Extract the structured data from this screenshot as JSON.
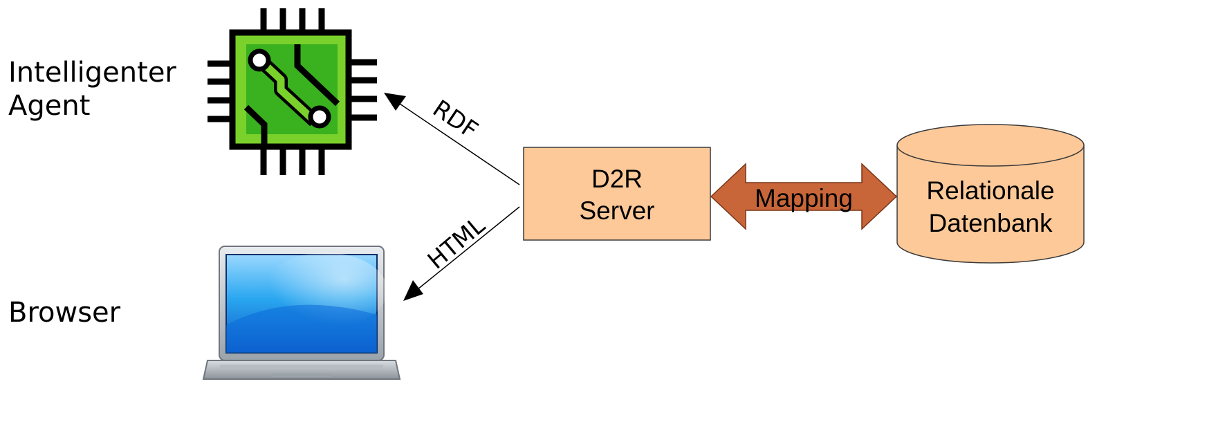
{
  "nodes": {
    "agent": {
      "label_line1": "Intelligenter",
      "label_line2": "Agent",
      "icon": "microchip-icon"
    },
    "browser": {
      "label": "Browser",
      "icon": "laptop-icon"
    },
    "server": {
      "label_line1": "D2R",
      "label_line2": "Server",
      "fill": "#fdc999"
    },
    "database": {
      "label_line1": "Relationale",
      "label_line2": "Datenbank",
      "fill": "#fdc999"
    }
  },
  "edges": {
    "rdf": {
      "label": "RDF"
    },
    "html": {
      "label": "HTML"
    },
    "mapping": {
      "label": "Mapping",
      "fill": "#c8663a"
    }
  },
  "colors": {
    "chip_green": "#3ab11f",
    "chip_light_green": "#7ad12b",
    "box_stroke": "#3a3a3a",
    "line": "#000000"
  }
}
